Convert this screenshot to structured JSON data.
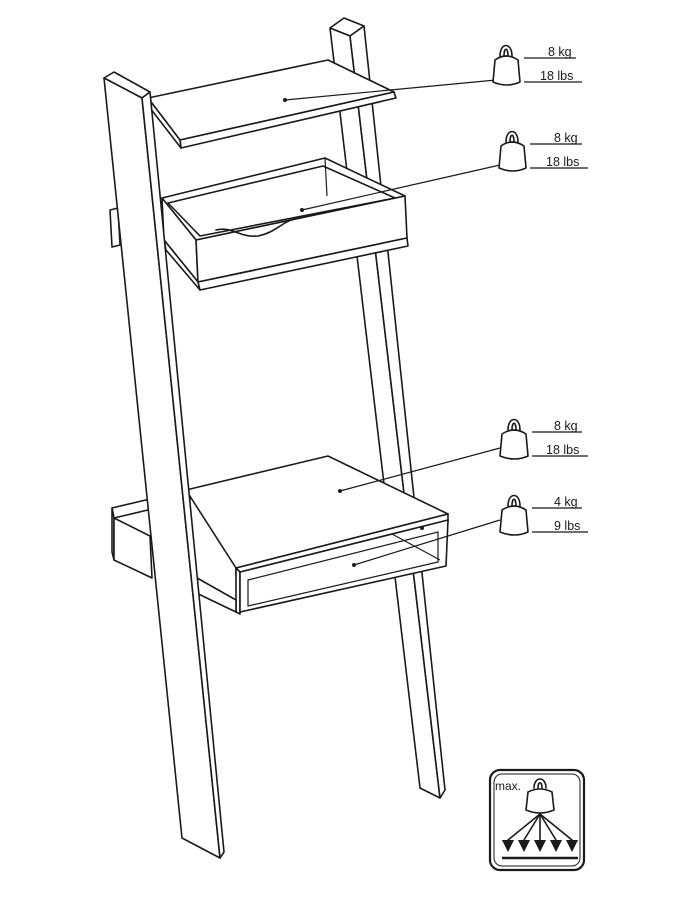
{
  "diagram": {
    "subject": "Leaning ladder desk with shelf, drawer, desktop and lower cubby",
    "load_ratings": [
      {
        "part": "top-shelf",
        "kg": "8 kg",
        "lbs": "18 lbs"
      },
      {
        "part": "drawer",
        "kg": "8 kg",
        "lbs": "18 lbs"
      },
      {
        "part": "desktop",
        "kg": "8 kg",
        "lbs": "18 lbs"
      },
      {
        "part": "lower-cubby",
        "kg": "4 kg",
        "lbs": "9 lbs"
      }
    ],
    "legend": {
      "label": "max.",
      "meaning": "maximum load per surface"
    },
    "colors": {
      "line": "#1a1a1a",
      "background": "#ffffff"
    }
  }
}
